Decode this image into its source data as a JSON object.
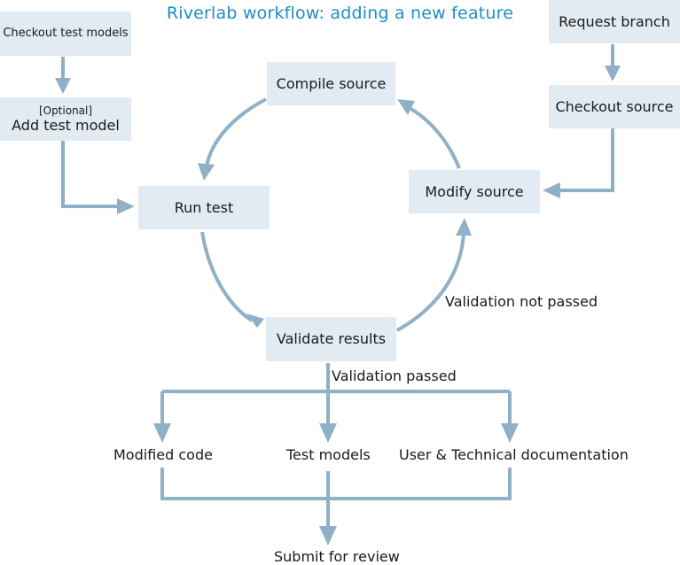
{
  "title": "Riverlab workflow: adding a new feature",
  "nodes": {
    "checkout_test_models": "Checkout test models",
    "add_test_model_note": "[Optional]",
    "add_test_model": "Add test model",
    "run_test": "Run test",
    "compile_source": "Compile source",
    "validate_results": "Validate results",
    "modify_source": "Modify source",
    "request_branch": "Request branch",
    "checkout_source": "Checkout source"
  },
  "edge_labels": {
    "validation_not_passed": "Validation not passed",
    "validation_passed": "Validation passed"
  },
  "outputs": {
    "modified_code": "Modified code",
    "test_models": "Test models",
    "documentation": "User & Technical documentation",
    "submit": "Submit for review"
  },
  "colors": {
    "title": "#1a8fc4",
    "box_fill": "#e3ebf2",
    "arrow": "#8fb0c6"
  }
}
